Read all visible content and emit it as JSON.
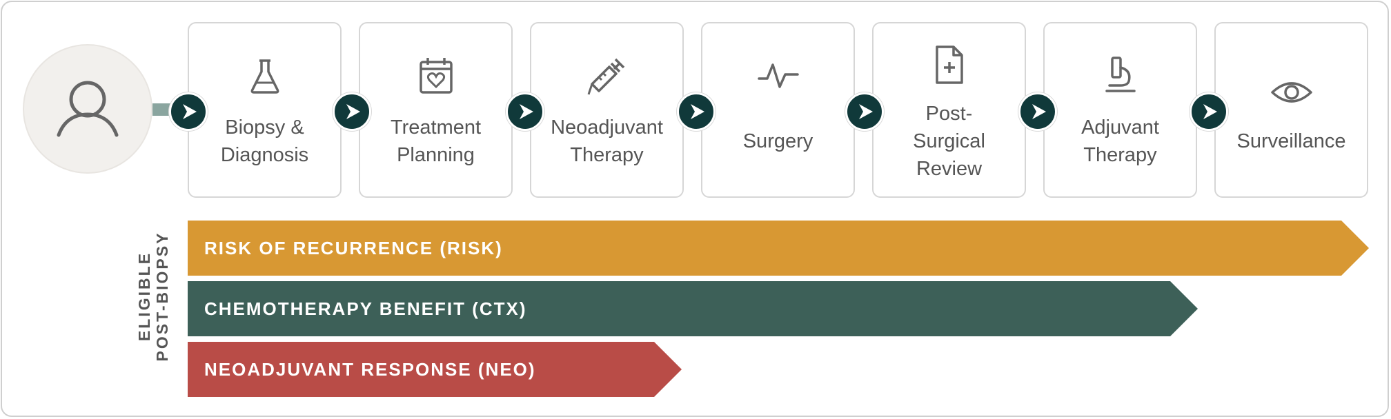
{
  "stages": [
    {
      "label": "Biopsy &\nDiagnosis",
      "icon": "flask-icon"
    },
    {
      "label": "Treatment\nPlanning",
      "icon": "calendar-heart-icon"
    },
    {
      "label": "Neoadjuvant\nTherapy",
      "icon": "syringe-icon"
    },
    {
      "label": "Surgery",
      "icon": "pulse-icon"
    },
    {
      "label": "Post-\nSurgical\nReview",
      "icon": "file-plus-icon"
    },
    {
      "label": "Adjuvant\nTherapy",
      "icon": "microscope-icon"
    },
    {
      "label": "Surveillance",
      "icon": "eye-icon"
    }
  ],
  "eligibility": {
    "label_line1": "ELIGIBLE",
    "label_line2": "POST-BIOPSY"
  },
  "bars": [
    {
      "label": "RISK OF RECURRENCE (RISK)",
      "color": "#d89833",
      "spans_through_stage": 7
    },
    {
      "label": "CHEMOTHERAPY BENEFIT (CTX)",
      "color": "#3d6058",
      "spans_through_stage": 6
    },
    {
      "label": "NEOADJUVANT RESPONSE (NEO)",
      "color": "#b94c47",
      "spans_through_stage": 3
    }
  ],
  "colors": {
    "arrow": "#10393a",
    "card_border": "#d6d6d6",
    "text": "#555555"
  }
}
